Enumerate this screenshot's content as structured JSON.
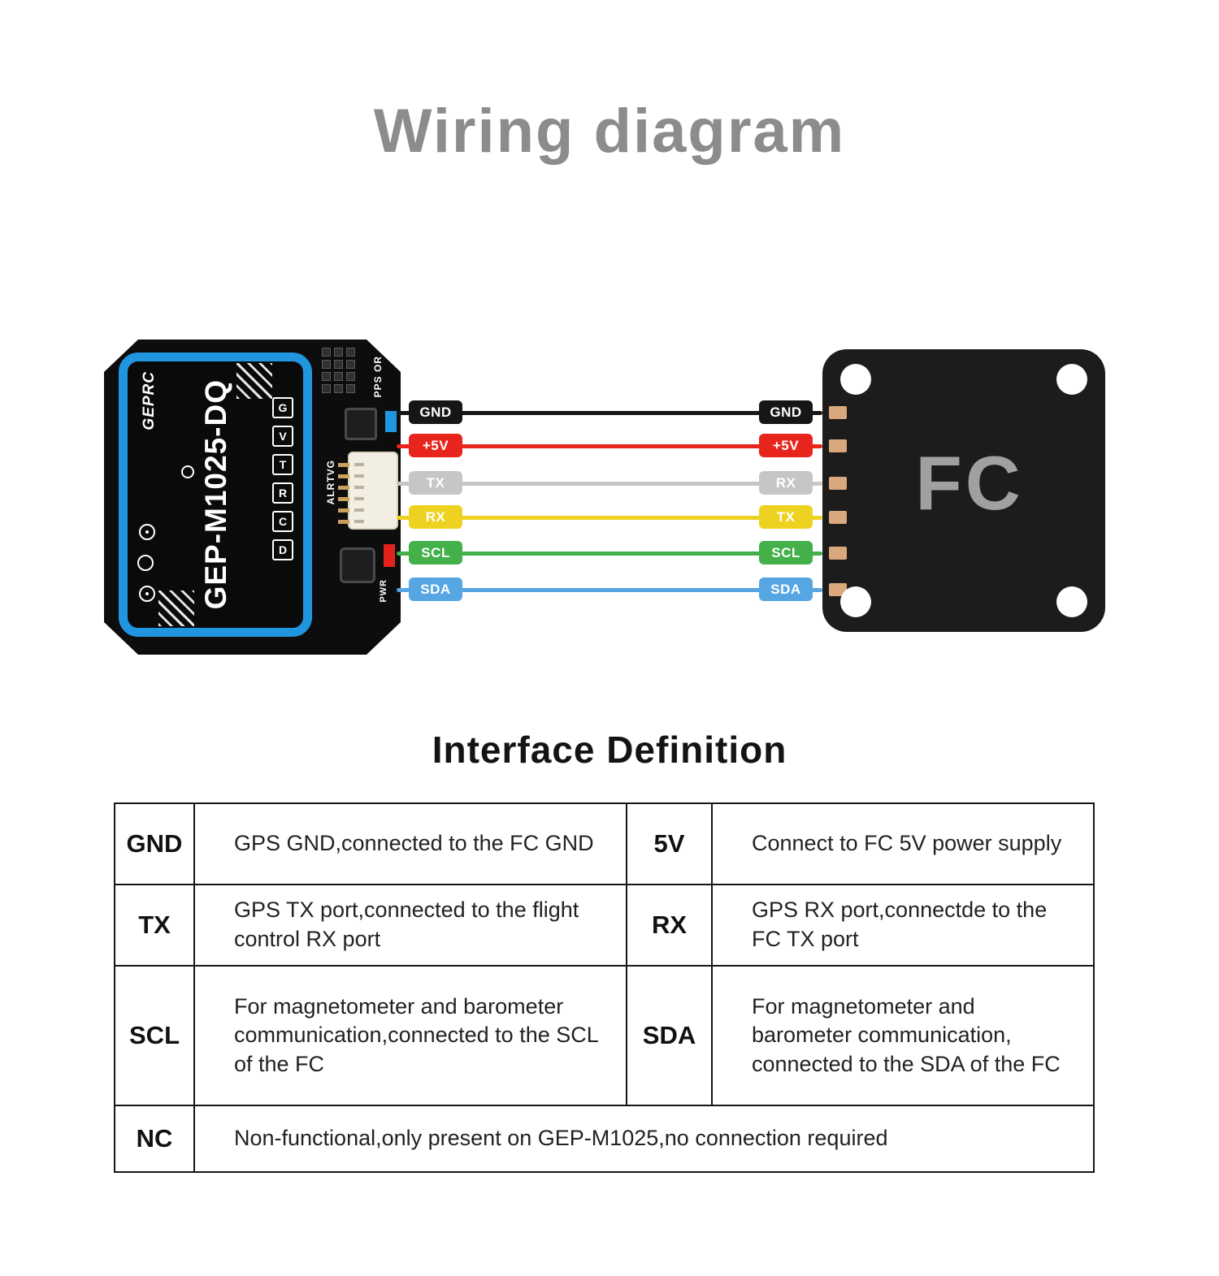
{
  "page": {
    "title": "Wiring diagram",
    "section_title": "Interface Definition",
    "background": "#ffffff"
  },
  "gps_module": {
    "brand": "GEPRC",
    "model": "GEP-M1025-DQ",
    "pin_boxes": [
      "G",
      "V",
      "T",
      "R",
      "C",
      "D"
    ],
    "silkscreen_top": "PPS OR",
    "silkscreen_connector": "ALRTVG",
    "silkscreen_bottom": "PWR",
    "accent_color": "#2096e0"
  },
  "fc_module": {
    "label": "FC",
    "body_color": "#1c1c1c",
    "label_color": "#a0a0a0",
    "pad_color": "#d9a87d",
    "pad_count": 6
  },
  "wires": [
    {
      "left_label": "GND",
      "right_label": "GND",
      "color": "#161616"
    },
    {
      "left_label": "+5V",
      "right_label": "+5V",
      "color": "#e8251d"
    },
    {
      "left_label": "TX",
      "right_label": "RX",
      "color": "#c6c6c6"
    },
    {
      "left_label": "RX",
      "right_label": "TX",
      "color": "#eed221"
    },
    {
      "left_label": "SCL",
      "right_label": "SCL",
      "color": "#44b049"
    },
    {
      "left_label": "SDA",
      "right_label": "SDA",
      "color": "#55a6e3"
    }
  ],
  "table": {
    "rows": [
      {
        "c0": "GND",
        "c1": "GPS GND,connected to the FC GND",
        "c2": "5V",
        "c3": "Connect to FC 5V power supply"
      },
      {
        "c0": "TX",
        "c1": "GPS TX port,connected to the flight control RX port",
        "c2": "RX",
        "c3": "GPS RX port,connectde to the FC TX port"
      },
      {
        "c0": "SCL",
        "c1": "For magnetometer and barometer communication,connected to the SCL of the FC",
        "c2": "SDA",
        "c3": "For magnetometer and barometer communication, connected to the SDA of the FC"
      },
      {
        "c0": "NC",
        "c1": "Non-functional,only present on GEP-M1025,no connection required"
      }
    ]
  }
}
